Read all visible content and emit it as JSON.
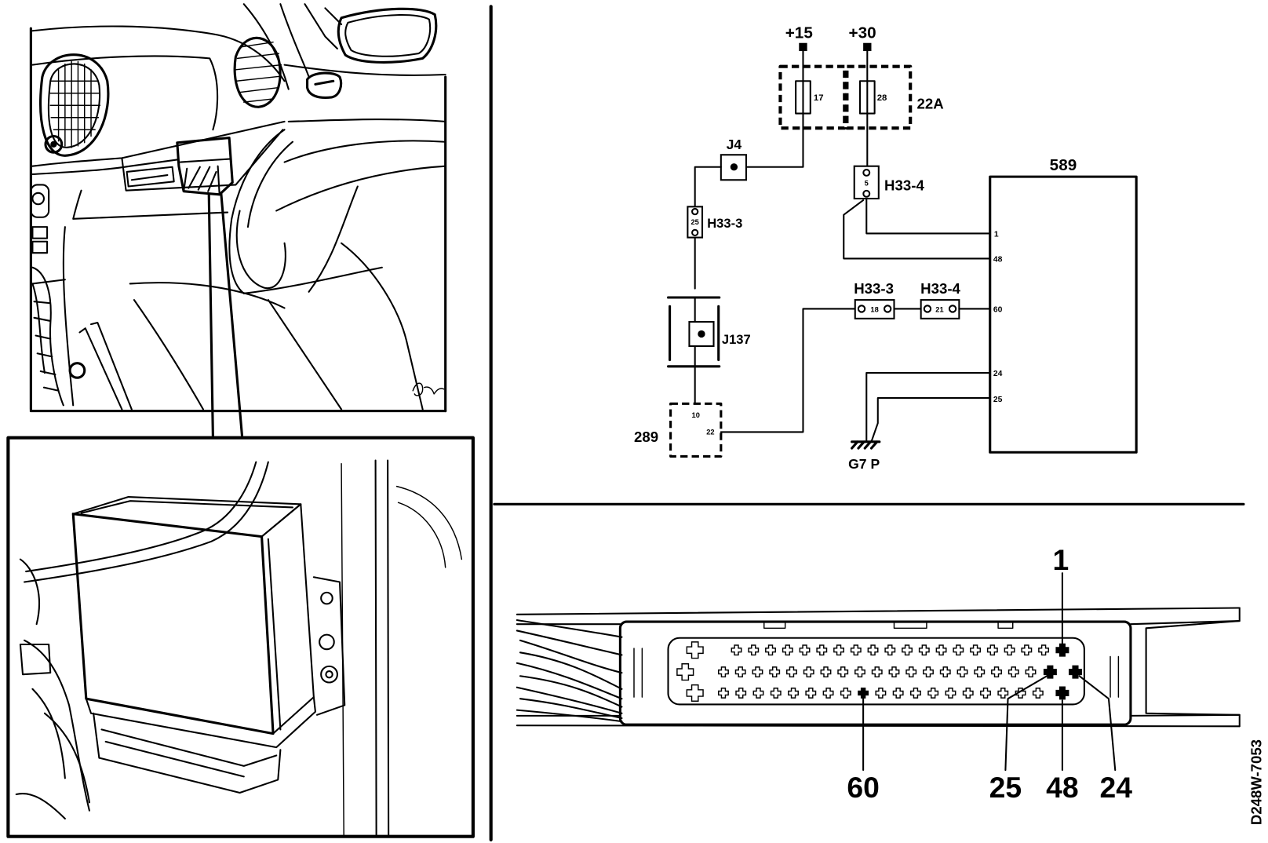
{
  "wiring_diagram": {
    "terminal_15": "+15",
    "terminal_30": "+30",
    "fuse_a": "17",
    "fuse_b": "28",
    "fuse_box": "22A",
    "junction_j4": "J4",
    "connector_h33_4_upper": {
      "label": "H33-4",
      "pin": "5"
    },
    "connector_h33_3_left": {
      "label": "H33-3",
      "pin": "25"
    },
    "junction_j137": "J137",
    "module_289": {
      "label": "289",
      "pin_10": "10",
      "pin_22": "22"
    },
    "connector_h33_3_mid": {
      "label": "H33-3",
      "pin": "18"
    },
    "connector_h33_4_mid": {
      "label": "H33-4",
      "pin": "21"
    },
    "control_unit_589": {
      "label": "589",
      "pins": [
        "1",
        "48",
        "60",
        "24",
        "25"
      ]
    },
    "ground": "G7 P"
  },
  "connector_pinout": {
    "pin_1": "1",
    "pin_60": "60",
    "pin_25": "25",
    "pin_48": "48",
    "pin_24": "24"
  },
  "drawing_number": "D248W-7053"
}
